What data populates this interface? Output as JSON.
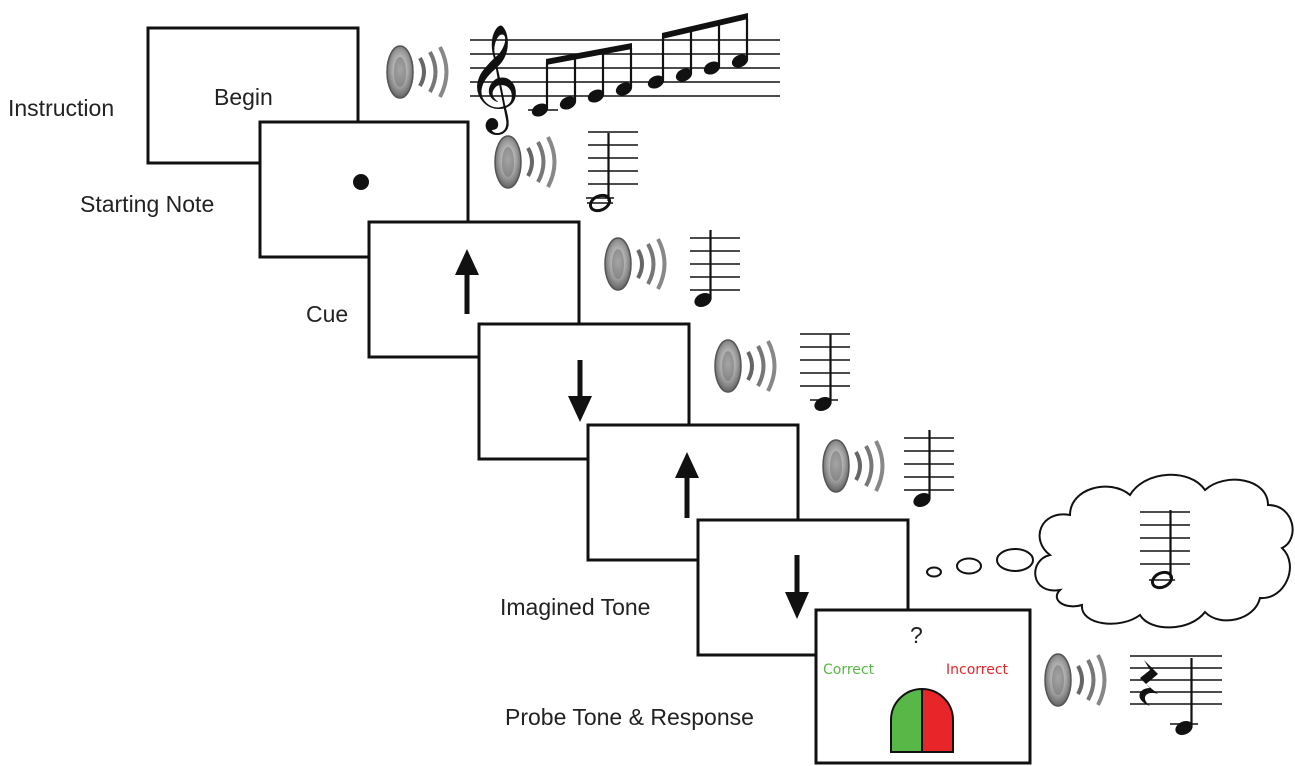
{
  "labels": {
    "instruction": "Instruction",
    "starting_note": "Starting Note",
    "cue": "Cue",
    "imagined_tone": "Imagined Tone",
    "probe": "Probe Tone & Response"
  },
  "screens": {
    "begin_text": "Begin",
    "question_mark": "?",
    "correct": "Correct",
    "incorrect": "Incorrect"
  },
  "colors": {
    "correct": "#58b847",
    "incorrect": "#e8262a",
    "frame": "#111111",
    "speaker": "#8a8a8a"
  },
  "icons": [
    "speaker-icon",
    "treble-clef-icon",
    "thought-cloud-icon",
    "quarter-rest-icon"
  ]
}
